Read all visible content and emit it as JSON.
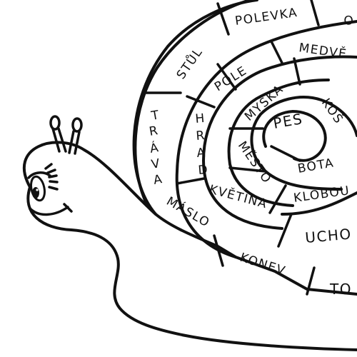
{
  "spiral_words": {
    "polevka": "POLEVKA",
    "o": "O",
    "stul": "STŮL",
    "medved": "MEDVĚ",
    "pole": "POLE",
    "myska": "MYŠKA",
    "kos": "KOŠ",
    "pes": "PES",
    "trava": [
      "T",
      "R",
      "Á",
      "V",
      "A"
    ],
    "hrad": [
      "H",
      "R",
      "A",
      "D"
    ],
    "mesto": "MĚSTO",
    "bota": "BOTA",
    "kvetina": "KVĚTINA",
    "klobouk": "KLOBOU",
    "maslo": "MÁSLO",
    "ucho": "UCHO",
    "konev": "KONEV",
    "to": "TO"
  }
}
